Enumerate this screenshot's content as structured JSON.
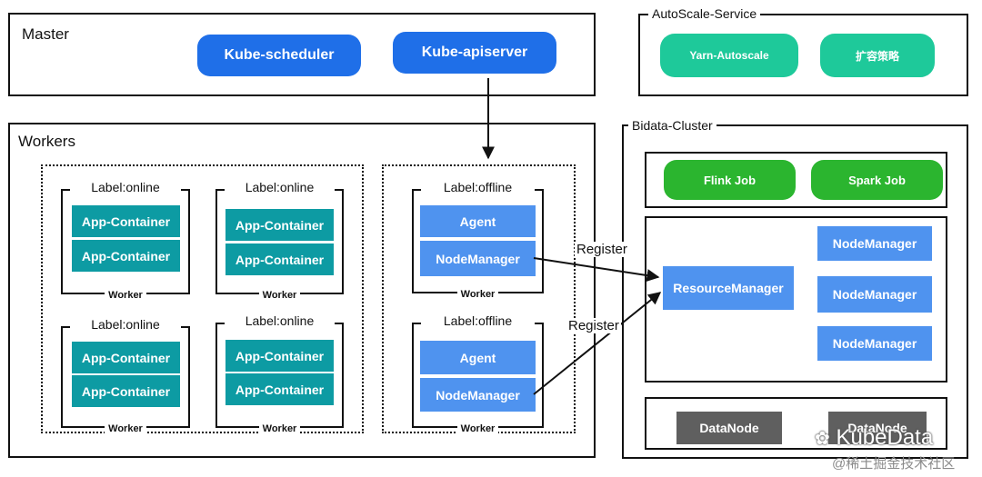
{
  "master": {
    "title": "Master",
    "scheduler": "Kube-scheduler",
    "apiserver": "Kube-apiserver"
  },
  "autoscale": {
    "title": "AutoScale-Service",
    "yarn": "Yarn-Autoscale",
    "policy": "扩容策略"
  },
  "workers": {
    "title": "Workers",
    "online_nodes": [
      {
        "label": "Label:online",
        "containers": [
          "App-Container",
          "App-Container"
        ],
        "footer": "Worker"
      },
      {
        "label": "Label:online",
        "containers": [
          "App-Container",
          "App-Container"
        ],
        "footer": "Worker"
      },
      {
        "label": "Label:online",
        "containers": [
          "App-Container",
          "App-Container"
        ],
        "footer": "Worker"
      },
      {
        "label": "Label:online",
        "containers": [
          "App-Container",
          "App-Container"
        ],
        "footer": "Worker"
      }
    ],
    "offline_nodes": [
      {
        "label": "Label:offline",
        "agent": "Agent",
        "nodemanager": "NodeManager",
        "footer": "Worker"
      },
      {
        "label": "Label:offline",
        "agent": "Agent",
        "nodemanager": "NodeManager",
        "footer": "Worker"
      }
    ]
  },
  "bigdata": {
    "title": "Bidata-Cluster",
    "jobs": [
      "Flink Job",
      "Spark Job"
    ],
    "resource_manager": "ResourceManager",
    "node_managers": [
      "NodeManager",
      "NodeManager",
      "NodeManager"
    ],
    "data_nodes": [
      "DataNode",
      "DataNode"
    ]
  },
  "edges": {
    "register_1": "Register",
    "register_2": "Register"
  },
  "watermark": {
    "brand": "KubeData",
    "sub": "@稀土掘金技术社区"
  },
  "colors": {
    "blue": "#1f6fe8",
    "teal_pill": "#1ec99a",
    "green": "#2bb52f",
    "teal_box": "#0d9ba3",
    "light_blue": "#4f93ef",
    "grey": "#5f5f5f"
  }
}
